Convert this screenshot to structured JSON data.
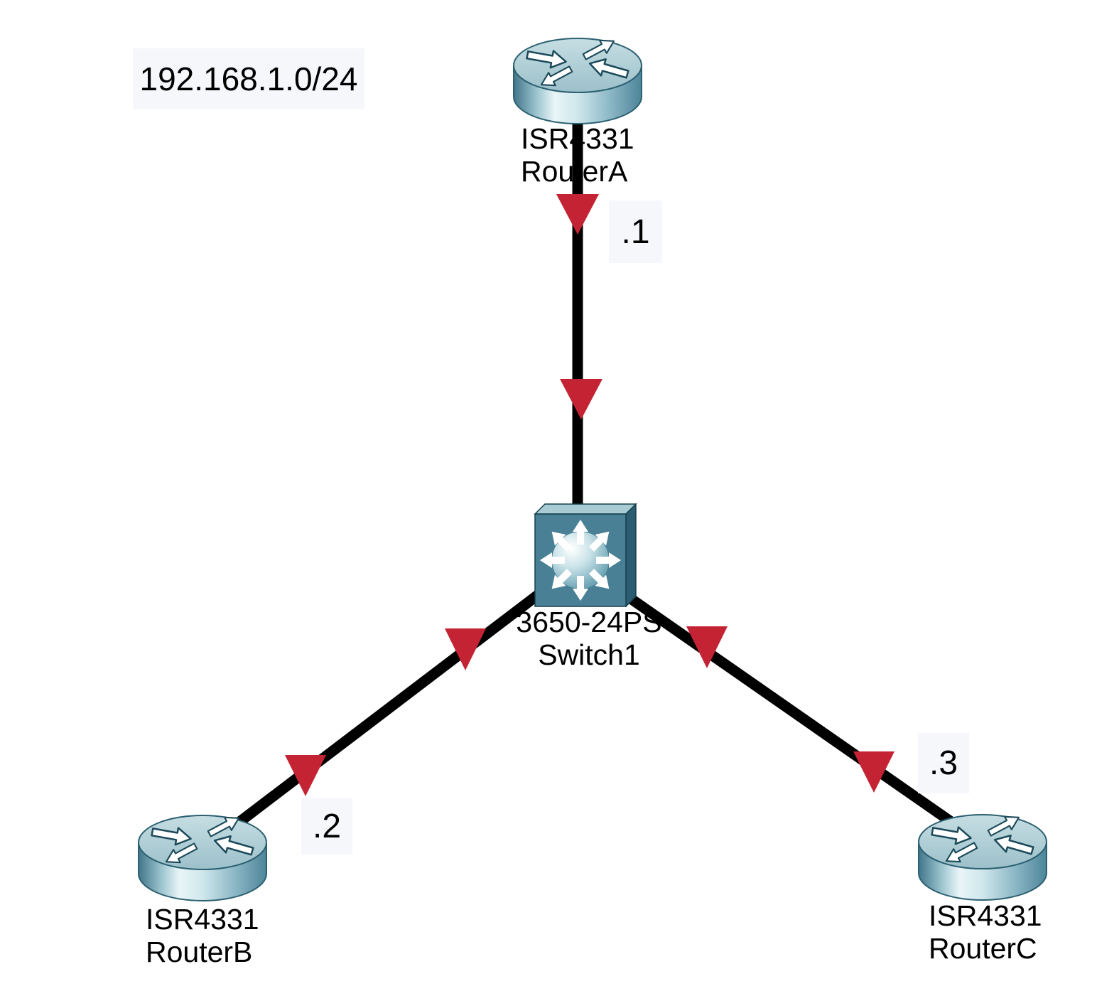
{
  "note": {
    "text": "192.168.1.0/24"
  },
  "devices": [
    {
      "model": "ISR4331",
      "name": "RouterA",
      "type": "router"
    },
    {
      "model": "3650-24PS",
      "name": "Switch1",
      "type": "switch"
    },
    {
      "model": "ISR4331",
      "name": "RouterB",
      "type": "router"
    },
    {
      "model": "ISR4331",
      "name": "RouterC",
      "type": "router"
    }
  ],
  "links": [
    {
      "from": "RouterA",
      "to": "Switch1",
      "ip_label": ".1"
    },
    {
      "from": "RouterB",
      "to": "Switch1",
      "ip_label": ".2"
    },
    {
      "from": "RouterC",
      "to": "Switch1",
      "ip_label": ".3"
    }
  ],
  "colors": {
    "link": "#000000",
    "arrow_red": "#c32333",
    "label_bg": "#f5f7fb"
  }
}
